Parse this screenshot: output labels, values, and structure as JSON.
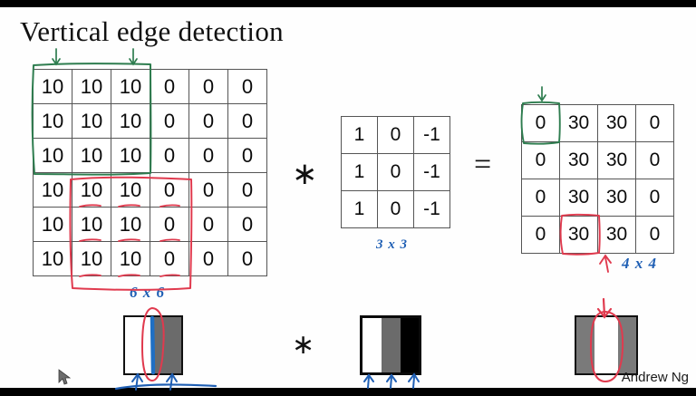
{
  "slide": {
    "title": "Vertical edge detection",
    "author_credit": "Andrew Ng",
    "operator_convolution": "∗",
    "operator_equals": "=",
    "operator_convolution_bottom": "∗"
  },
  "colors": {
    "green_annotation": "#2e7d4f",
    "red_annotation": "#e03a4e",
    "blue_annotation": "#1f5fb4",
    "grid_line": "#555555",
    "text": "#0b0b0b",
    "image_gray": "#6b6b6b",
    "image_black": "#000000",
    "image_white": "#ffffff",
    "bar_black": "#000000"
  },
  "chart_data": {
    "type": "table",
    "title": "Vertical edge detection",
    "input_matrix": {
      "label": "6 x 6",
      "rows": 6,
      "cols": 6,
      "values": [
        [
          10,
          10,
          10,
          0,
          0,
          0
        ],
        [
          10,
          10,
          10,
          0,
          0,
          0
        ],
        [
          10,
          10,
          10,
          0,
          0,
          0
        ],
        [
          10,
          10,
          10,
          0,
          0,
          0
        ],
        [
          10,
          10,
          10,
          0,
          0,
          0
        ],
        [
          10,
          10,
          10,
          0,
          0,
          0
        ]
      ]
    },
    "kernel_matrix": {
      "label": "3 x 3",
      "rows": 3,
      "cols": 3,
      "values": [
        [
          1,
          0,
          -1
        ],
        [
          1,
          0,
          -1
        ],
        [
          1,
          0,
          -1
        ]
      ]
    },
    "output_matrix": {
      "label": "4 x 4",
      "rows": 4,
      "cols": 4,
      "values": [
        [
          0,
          30,
          30,
          0
        ],
        [
          0,
          30,
          30,
          0
        ],
        [
          0,
          30,
          30,
          0
        ],
        [
          0,
          30,
          30,
          0
        ]
      ]
    }
  },
  "annotations": {
    "green_box_input": "top-left 3x3 receptive field highlight",
    "red_box_input": "bottom-left 3x3 receptive field highlight",
    "green_box_output": "output cell row 1 col 1",
    "red_box_output": "output cell row 4 col 2",
    "green_arrows_count": 2,
    "blue_arrows_bottom_left_count": 2,
    "blue_arrows_bottom_mid_count": 3,
    "red_arrow_output": "points up to highlighted output cell",
    "red_arrow_right_image": "points down to bright vertical band"
  },
  "images": {
    "input_image": {
      "name": "input-image-strip",
      "stripes": [
        {
          "color": "#ffffff",
          "width_pct": 47
        },
        {
          "color": "#6b6b6b",
          "width_pct": 53
        }
      ]
    },
    "filter_image": {
      "name": "filter-image-strip",
      "stripes": [
        {
          "color": "#ffffff",
          "width_pct": 34
        },
        {
          "color": "#6b6b6b",
          "width_pct": 33
        },
        {
          "color": "#000000",
          "width_pct": 33
        }
      ]
    },
    "output_image": {
      "name": "output-image-strip",
      "stripes": [
        {
          "color": "#7a7a7a",
          "width_pct": 31
        },
        {
          "color": "#ffffff",
          "width_pct": 38
        },
        {
          "color": "#7a7a7a",
          "width_pct": 31
        }
      ]
    }
  }
}
